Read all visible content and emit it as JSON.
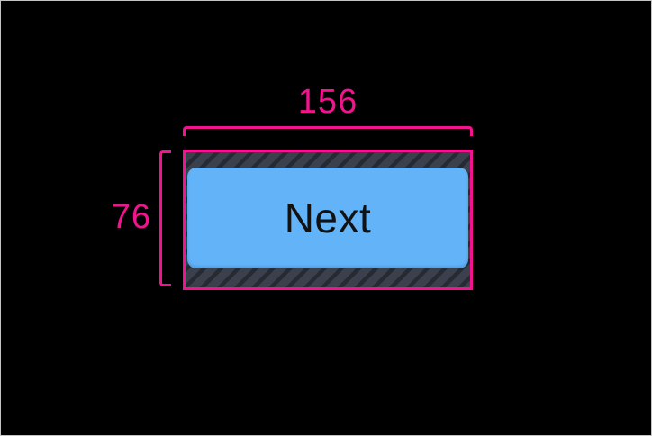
{
  "screen": {
    "background_color": "#000000",
    "frame_border_color": "#C4C4C4"
  },
  "measurement": {
    "width_label": "156",
    "height_label": "76",
    "accent_color": "#F2138E",
    "hatch": {
      "base_color": "#3A414C",
      "stripe_color": "#262B33"
    }
  },
  "button": {
    "label": "Next",
    "background_color": "#62B3F8",
    "text_color": "#121212"
  }
}
